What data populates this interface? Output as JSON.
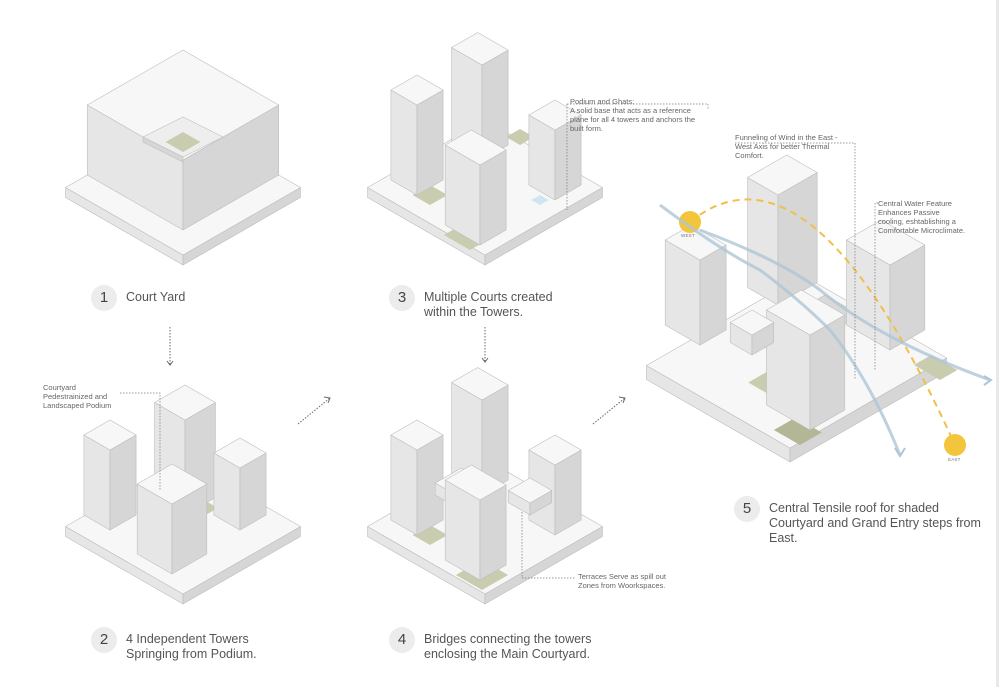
{
  "steps": {
    "s1": {
      "num": "1",
      "text": "Court Yard"
    },
    "s2": {
      "num": "2",
      "line1": "4 Independent Towers",
      "line2": "Springing from Podium."
    },
    "s3": {
      "num": "3",
      "line1": "Multiple Courts created",
      "line2": "within the Towers."
    },
    "s4": {
      "num": "4",
      "line1": "Bridges connecting the towers",
      "line2": "enclosing the Main Courtyard."
    },
    "s5": {
      "num": "5",
      "line1": "Central Tensile roof for shaded",
      "line2": "Courtyard and Grand Entry steps from",
      "line3": "East."
    }
  },
  "notes": {
    "courtyard": {
      "l1": "Courtyard",
      "l2": "Pedestrainized and",
      "l3": "Landscaped Podium"
    },
    "podium": {
      "l1": "Podium and Ghats:",
      "l2": "A solid base that acts as a reference",
      "l3": "plane for all 4 towers and anchors the",
      "l4": "built form."
    },
    "terraces": {
      "l1": "Terraces Serve as spill out",
      "l2": "Zones from Woorkspaces."
    },
    "wind": {
      "l1": "Funneling of Wind in the East -",
      "l2": "West Axis for better Thermal",
      "l3": "Comfort."
    },
    "water": {
      "l1": "Central Water Feature",
      "l2": "Enhances Passive",
      "l3": "cooling, eshtablishing a",
      "l4": "Comfortable Microclimate."
    }
  },
  "sun": {
    "west_label": "WEST",
    "east_label": "EAST"
  },
  "colors": {
    "mass": "#f7f7f7",
    "mass_side": "#e6e6e6",
    "mass_dark": "#d6d6d6",
    "edge": "#bdbdbd",
    "green": "#c9ccae",
    "green_dark": "#b3b796",
    "water": "#cfe6f2",
    "wind": "#aec6d6",
    "sun": "#f3c53c",
    "sun_path": "#efc04a"
  }
}
